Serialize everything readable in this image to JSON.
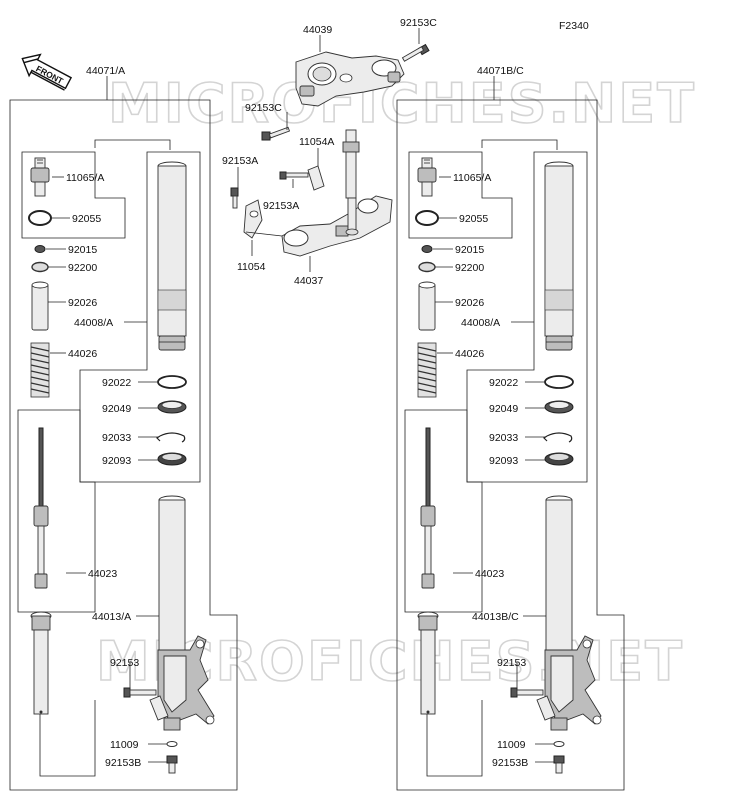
{
  "diagram": {
    "code": "F2340",
    "front_label": "FRONT",
    "watermark": "MICROFICHES.NET"
  },
  "labels": {
    "l44071a": "44071/A",
    "l44071bc": "44071B/C",
    "l44039": "44039",
    "l92153c_top": "92153C",
    "l92153c_mid": "92153C",
    "l11054a": "11054A",
    "l92153a_1": "92153A",
    "l92153a_2": "92153A",
    "l11054": "11054",
    "l44037": "44037",
    "left": {
      "l11065": "11065/A",
      "l92055": "92055",
      "l92015": "92015",
      "l92200": "92200",
      "l92026": "92026",
      "l44008": "44008/A",
      "l44026": "44026",
      "l92022": "92022",
      "l92049": "92049",
      "l92033": "92033",
      "l92093": "92093",
      "l44023": "44023",
      "l44013": "44013/A",
      "l92153": "92153",
      "l11009": "11009",
      "l92153b": "92153B"
    },
    "right": {
      "l11065": "11065/A",
      "l92055": "92055",
      "l92015": "92015",
      "l92200": "92200",
      "l92026": "92026",
      "l44008": "44008/A",
      "l44026": "44026",
      "l92022": "92022",
      "l92049": "92049",
      "l92033": "92033",
      "l92093": "92093",
      "l44023": "44023",
      "l44013": "44013B/C",
      "l92153": "92153",
      "l11009": "11009",
      "l92153b": "92153B"
    }
  }
}
